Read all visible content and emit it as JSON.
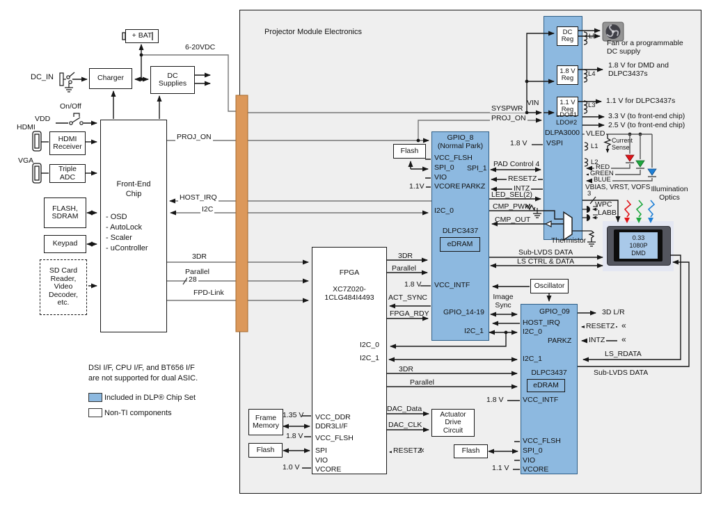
{
  "title": "Projector Module Electronics",
  "colors": {
    "chip_blue": "#8db9e0",
    "connector_orange": "#dc985a",
    "led_red": "#e01418",
    "led_green": "#1fa73e",
    "led_blue": "#1e7fd6",
    "board_grey": "#efefef"
  },
  "source": {
    "bat": "+ BAT",
    "vdc": "6-20VDC",
    "dc_in": "DC_IN",
    "charger": "Charger",
    "dc_supplies": "DC\nSupplies",
    "on_off": "On/Off",
    "vdd": "VDD",
    "hdmi": "HDMI",
    "hdmi_receiver": "HDMI\nReceiver",
    "vga": "VGA",
    "triple_adc": "Triple\nADC"
  },
  "frontend": {
    "title": "Front-End\nChip",
    "features": "- OSD\n- AutoLock\n- Scaler\n- uController",
    "flash_sdram": "FLASH,\nSDRAM",
    "keypad": "Keypad",
    "sd_card": "SD Card\nReader,\nVideo\nDecoder,\netc.",
    "proj_on": "PROJ_ON",
    "host_irq": "HOST_IRQ",
    "i2c": "I2C",
    "dr3": "3DR",
    "parallel": "Parallel",
    "parallel_bits": "28",
    "fpd_link": "FPD-Link"
  },
  "legend": {
    "note": "DSI I/F, CPU I/F, and BT656 I/F\nare not supported for dual ASIC.",
    "included": "Included in DLP® Chip Set",
    "non_ti": "Non-TI components"
  },
  "fpga": {
    "name": "FPGA",
    "part": "XC7Z020-\n1CLG484I4493",
    "frame_memory": "Frame\nMemory",
    "flash": "Flash",
    "actuator": "Actuator\nDrive\nCircuit",
    "v135": "1.35 V",
    "v18": "1.8 V",
    "v10": "1.0 V",
    "pins": {
      "vcc_ddr": "VCC_DDR",
      "ddr3l": "DDR3LI/F",
      "vcc_flsh": "VCC_FLSH",
      "spi": "SPI",
      "vio": "VIO",
      "vcore": "VCORE",
      "i2c_0": "I2C_0",
      "i2c_1": "I2C_1"
    },
    "sig": {
      "dr3_a": "3DR",
      "parallel_a": "Parallel",
      "act_sync": "ACT_SYNC",
      "fpga_rdy": "FPGA_RDY",
      "dr3_b": "3DR",
      "parallel_b": "Parallel",
      "dac_data": "DAC_Data",
      "dac_clk": "DAC_CLK",
      "resetz": "RESETZ"
    }
  },
  "dlpc1": {
    "gpio8": "GPIO_8\n(Normal Park)",
    "name": "DLPC3437",
    "edram": "eDRAM",
    "flash": "Flash",
    "v11": "1.1V",
    "v18": "1.8 V",
    "pins": {
      "vcc_flsh": "VCC_FLSH",
      "spi_0": "SPI_0",
      "vio": "VIO",
      "vcore": "VCORE",
      "i2c_0": "I2C_0",
      "spi_1": "SPI_1",
      "parkz": "PARKZ",
      "vcc_intf": "VCC_INTF",
      "gpio_14_19": "GPIO_14-19",
      "i2c_1": "I2C_1"
    }
  },
  "dlpc2": {
    "gpio09": "GPIO_09",
    "name": "DLPC3437",
    "edram": "eDRAM",
    "flash": "Flash",
    "v18": "1.8 V",
    "v11": "1.1 V",
    "pins": {
      "host_irq": "HOST_IRQ",
      "i2c_0": "I2C_0",
      "parkz": "PARKZ",
      "i2c_1": "I2C_1",
      "vcc_intf": "VCC_INTF",
      "vcc_flsh": "VCC_FLSH",
      "spi_0": "SPI_0",
      "vio": "VIO",
      "vcore": "VCORE"
    }
  },
  "dlpa": {
    "name": "DLPA3000",
    "dc_reg": "DC\nReg",
    "reg18": "1.8 V\nReg",
    "reg11": "1.1 V\nReg",
    "ldo1": "LDO#1",
    "ldo2": "LDO#2",
    "vspi": "VSPI",
    "vin": "VIN",
    "v18": "1.8 V",
    "syspwr": "SYSPWR",
    "proj_on": "PROJ_ON",
    "l1": "L1",
    "l2": "L2",
    "l3": "L3",
    "l4": "L4",
    "l5": "L5"
  },
  "signals": {
    "pad_control": "PAD Control 4",
    "resetz": "RESETZ",
    "intz": "INTZ",
    "led_sel": "LED_SEL(2)",
    "cmp_pwm": "CMP_PWM",
    "cmp_out": "CMP_OUT",
    "sub_lvds": "Sub-LVDS DATA",
    "ls_ctrl": "LS CTRL & DATA",
    "oscillator": "Oscillator",
    "image_sync": "Image\nSync",
    "d3_lr": "3D L/R",
    "ls_rdata": "LS_RDATA",
    "chevron": "«"
  },
  "led": {
    "vled": "VLED",
    "current_sense": "Current\nSense",
    "red": "RED",
    "green": "GREEN",
    "blue": "BLUE",
    "vbias": "VBIAS, VRST, VOFS",
    "bus3": "3",
    "wpc": "WPC",
    "labb": "LABB",
    "thermistor": "Thermistor",
    "illumination": "Illumination\nOptics"
  },
  "notes": {
    "fan": "Fan or a programmable\nDC supply",
    "v18_dmd": "1.8 V for DMD and\nDLPC3437s",
    "v11_dlpc": "1.1 V for DLPC3437s",
    "v33_fe": "3.3 V (to front-end chip)",
    "v25_fe": "2.5 V (to front-end chip)"
  },
  "dmd": {
    "label": "0.33\n1080P\nDMD"
  }
}
